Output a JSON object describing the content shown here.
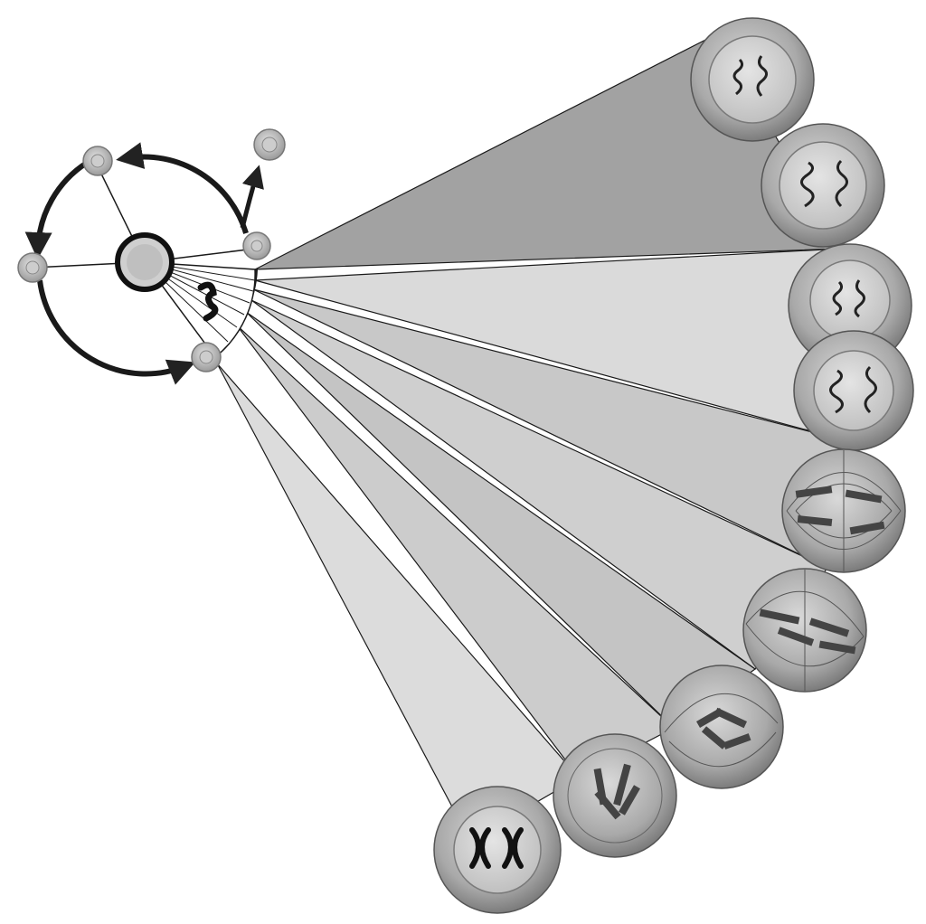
{
  "diagram": {
    "palette": {
      "background": "#ffffff",
      "line": "#1a1a1a",
      "fan_dark": "#9a9a9a",
      "fan_mid": "#bdbdbd",
      "fan_light": "#d6d6d6",
      "cell_outer": "#a8a8a8",
      "cell_inner": "#d2d2d2",
      "chromosome": "#222222"
    },
    "cycle": {
      "ring_icons": [
        "cell-icon",
        "cell-icon",
        "cell-icon",
        "cell-icon",
        "cell-icon"
      ],
      "exit_icon": "cell-icon"
    },
    "stages": [
      {
        "name": "stage-1",
        "icon": "interphase-cell-icon"
      },
      {
        "name": "stage-2",
        "icon": "interphase-cell-icon"
      },
      {
        "name": "stage-3",
        "icon": "cytokinesis-cell-icon"
      },
      {
        "name": "stage-4",
        "icon": "telophase-cell-icon"
      },
      {
        "name": "stage-5",
        "icon": "anaphase-cell-icon"
      },
      {
        "name": "stage-6",
        "icon": "metaphase-cell-icon"
      },
      {
        "name": "stage-7",
        "icon": "prometaphase-cell-icon"
      },
      {
        "name": "stage-8",
        "icon": "prophase-cell-icon"
      }
    ]
  }
}
